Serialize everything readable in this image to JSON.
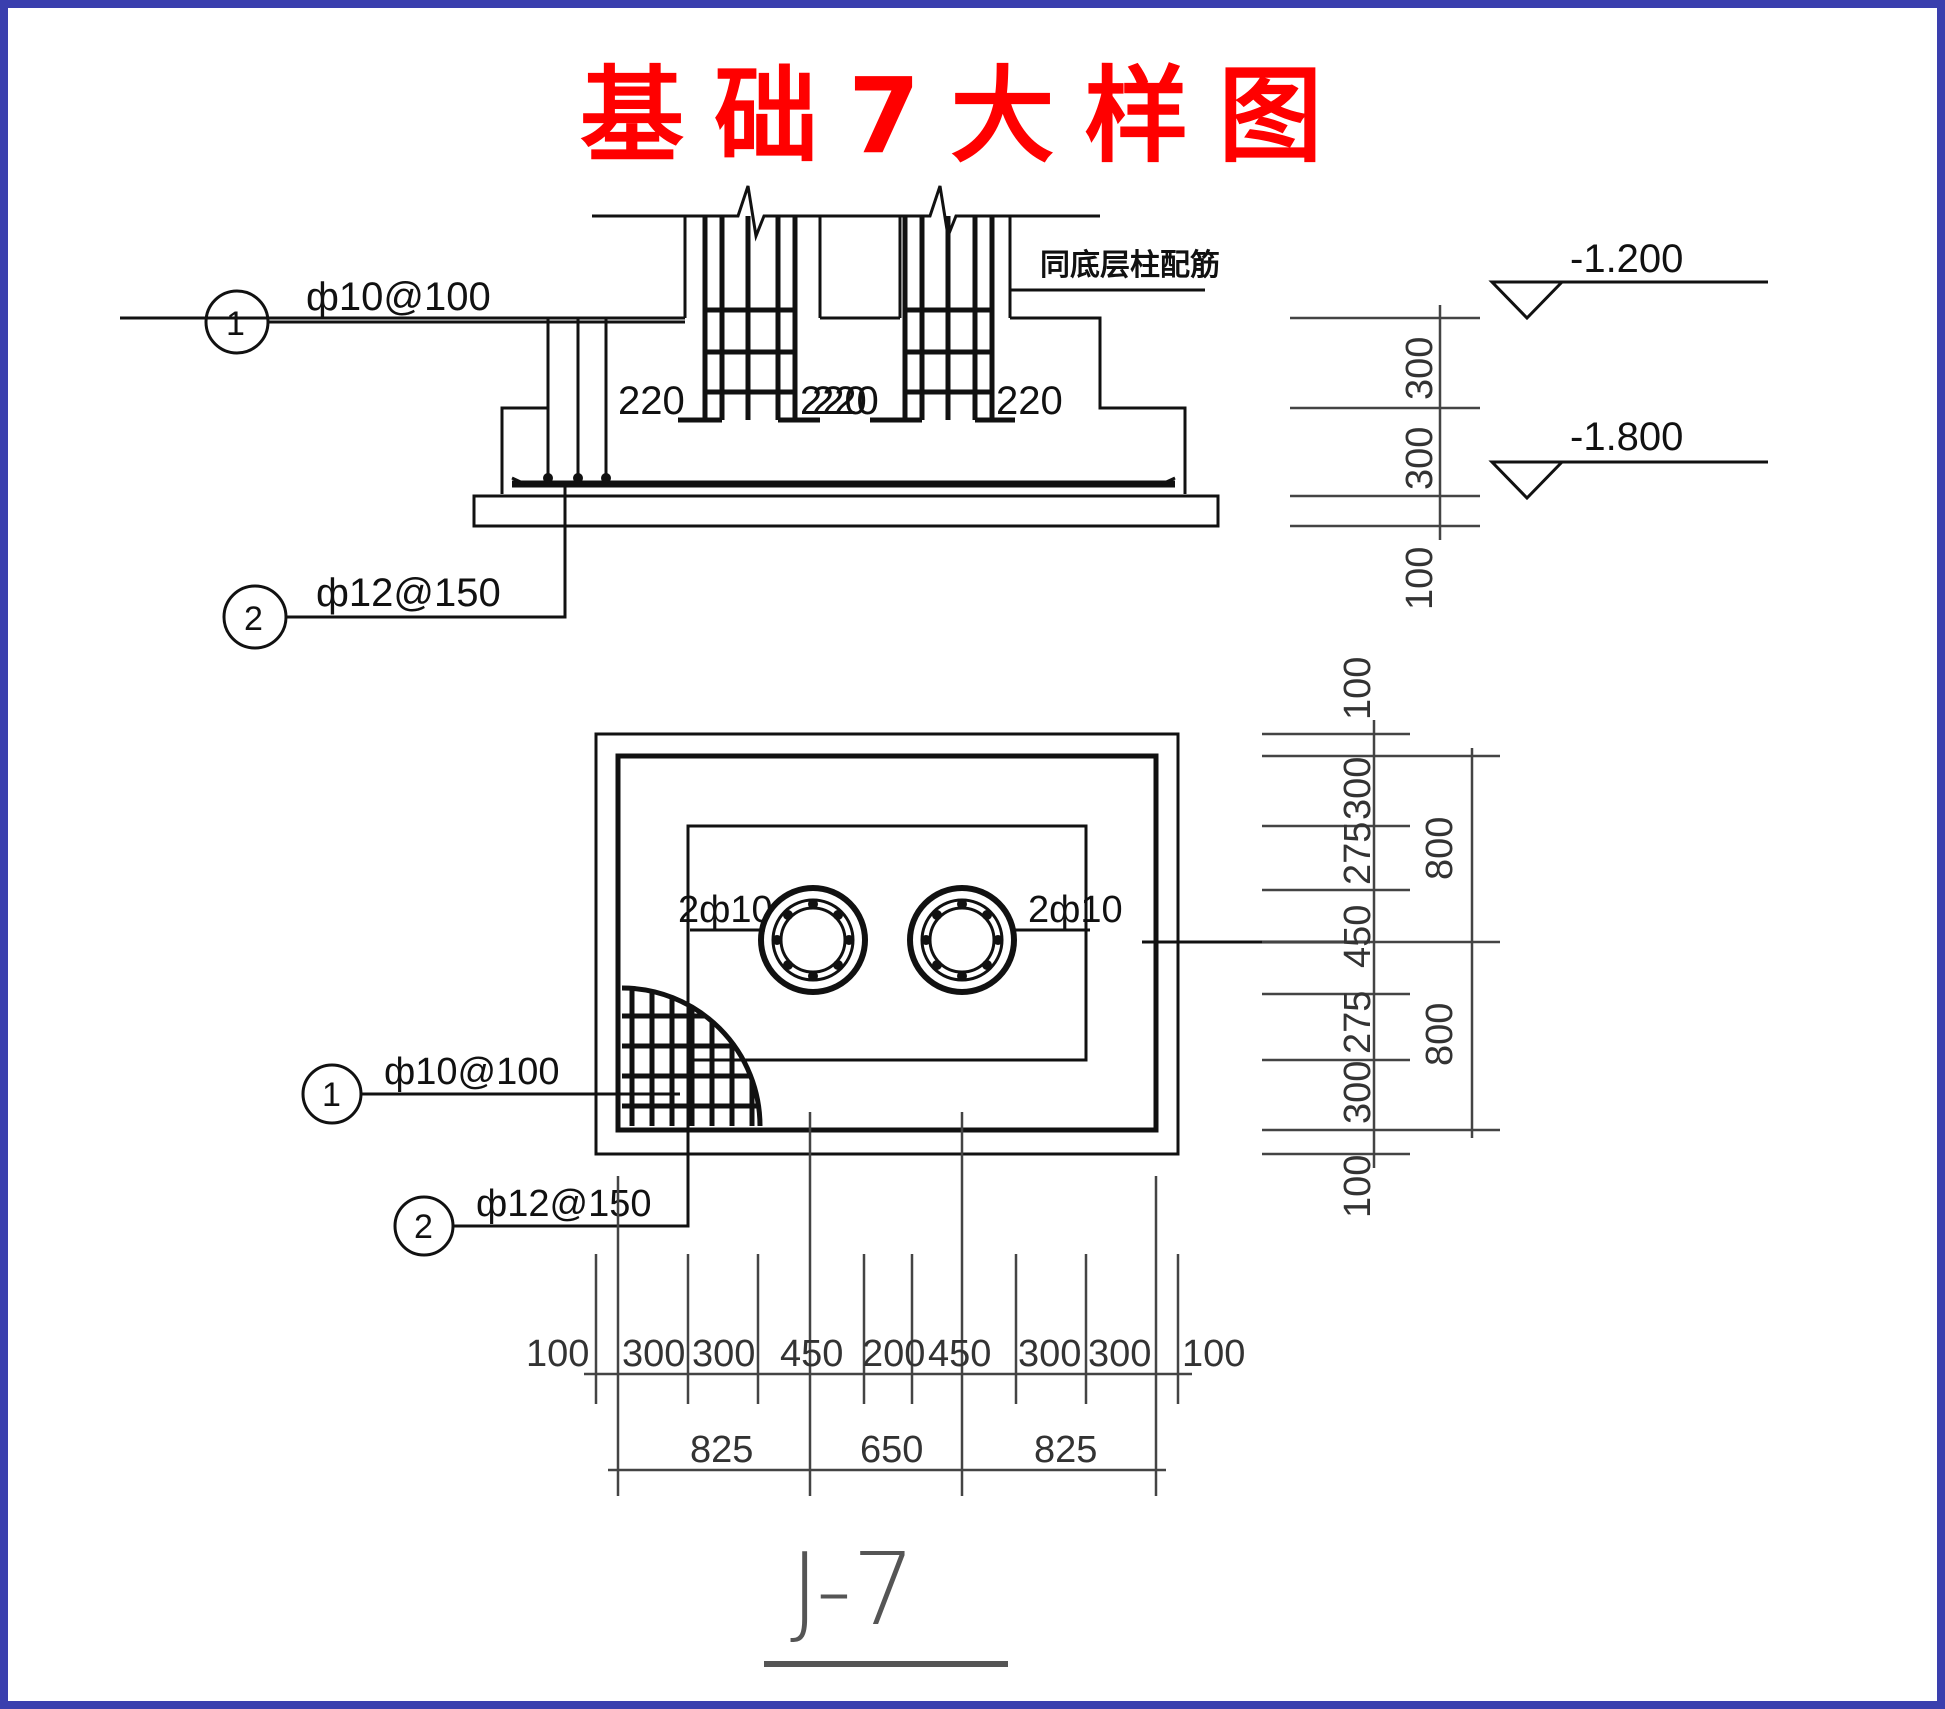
{
  "title": "基础7大样图",
  "colors": {
    "frame": "#3a3fae",
    "title": "#ff0000",
    "ink": "#111111"
  },
  "section": {
    "note_column_rebar": "同底层柱配筋",
    "callout_1": {
      "num": "1",
      "spec": "ф10@100"
    },
    "callout_2": {
      "num": "2",
      "spec": "ф12@150"
    },
    "rebar_offsets": [
      "220",
      "220",
      "220",
      "220"
    ],
    "elevations": [
      "-1.200",
      "-1.800"
    ],
    "vertical_dims": [
      "300",
      "300",
      "100"
    ]
  },
  "plan": {
    "callout_1": {
      "num": "1",
      "spec": "ф10@100"
    },
    "callout_2": {
      "num": "2",
      "spec": "ф12@150"
    },
    "column_rebar": [
      "2ф10",
      "2ф10"
    ],
    "right_dims_inner": [
      "100",
      "300",
      "275",
      "450",
      "275",
      "300",
      "100"
    ],
    "right_dims_outer": [
      "800",
      "800"
    ],
    "bottom_dims_row1": [
      "100",
      "300",
      "300",
      "450",
      "200",
      "450",
      "300",
      "300",
      "100"
    ],
    "bottom_dims_row2": [
      "825",
      "650",
      "825"
    ]
  },
  "drawing_label": "J-7"
}
